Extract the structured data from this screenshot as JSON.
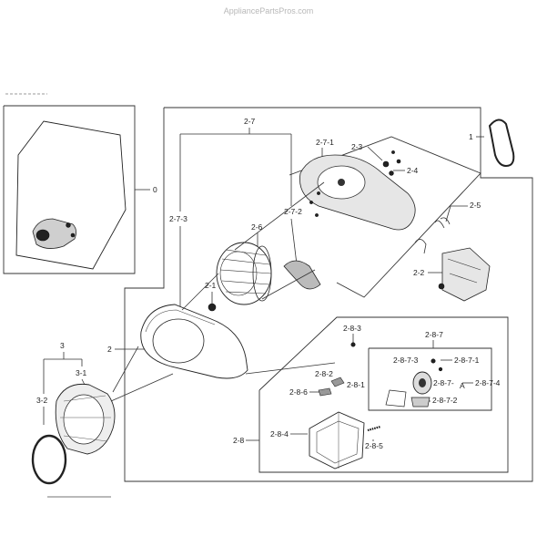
{
  "watermark": "AppliancePartsPros.com",
  "labels": {
    "p0": "0",
    "p1": "1",
    "p2": "2",
    "p2_1": "2-1",
    "p2_2": "2-2",
    "p2_3": "2-3",
    "p2_4": "2-4",
    "p2_5": "2-5",
    "p2_6": "2-6",
    "p2_7": "2-7",
    "p2_7_1": "2-7-1",
    "p2_7_2": "2-7-2",
    "p2_7_3": "2-7-3",
    "p2_8": "2-8",
    "p2_8_1": "2-8-1",
    "p2_8_2": "2-8-2",
    "p2_8_3": "2-8-3",
    "p2_8_4": "2-8-4",
    "p2_8_5": "2-8-5",
    "p2_8_6": "2-8-6",
    "p2_8_7": "2-8-7",
    "p2_8_7_1": "2-8-7-1",
    "p2_8_7_2": "2-8-7-2",
    "p2_8_7_3": "2-8-7-3",
    "p2_8_7_4": "2-8-7-4",
    "p2_8_7_a": "2-8-7-",
    "p2_8_7_a2": "A",
    "p3": "3",
    "p3_1": "3-1",
    "p3_2": "3-2"
  }
}
